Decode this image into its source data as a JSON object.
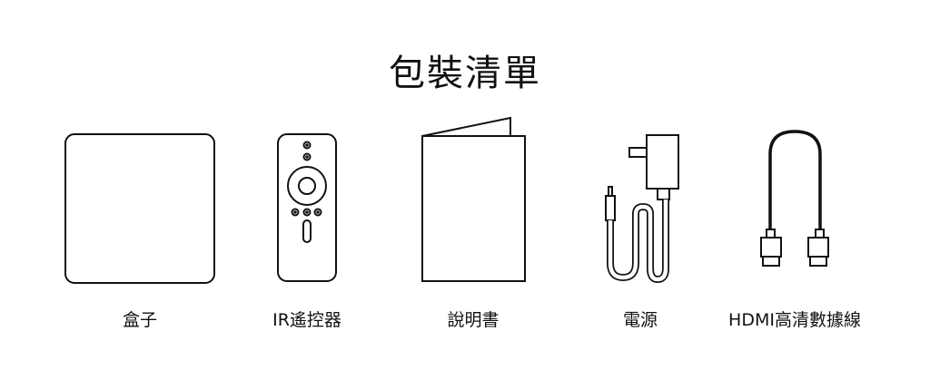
{
  "title": "包裝清單",
  "items": [
    {
      "label": "盒子",
      "icon": "box-icon"
    },
    {
      "label": "IR遙控器",
      "icon": "remote-control-icon"
    },
    {
      "label": "說明書",
      "icon": "manual-icon"
    },
    {
      "label": "電源",
      "icon": "power-adapter-icon"
    },
    {
      "label": "HDMI高清數據線",
      "icon": "hdmi-cable-icon"
    }
  ]
}
